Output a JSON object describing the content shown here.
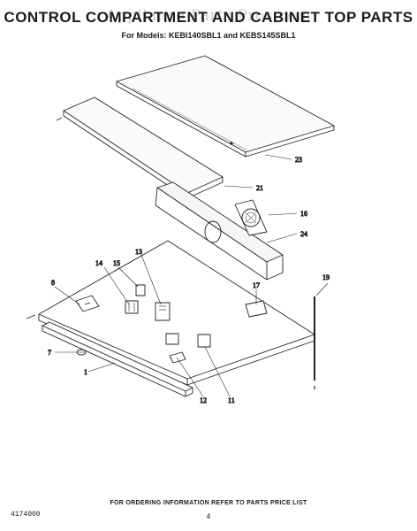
{
  "header": {
    "title": "CONTROL COMPARTMENT AND CABINET TOP PARTS",
    "models": "For Models: KEBI140SBL1 and KEBS145SBL1",
    "watermark": "Appliance Parts Pros.com"
  },
  "callouts": {
    "c23": "23",
    "c21": "21",
    "c16": "16",
    "c24": "24",
    "c14": "14",
    "c15": "15",
    "c13": "13",
    "c8": "8",
    "c17": "17",
    "c19": "19",
    "c7": "7",
    "c1": "1",
    "c12": "12",
    "c11": "11"
  },
  "footer": {
    "note": "FOR ORDERING INFORMATION REFER TO PARTS PRICE LIST",
    "doc_number": "4174000",
    "page": "4"
  }
}
